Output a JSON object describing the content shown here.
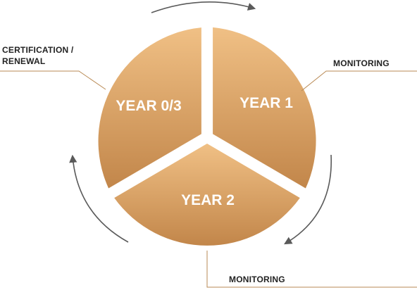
{
  "segments": [
    {
      "label": "YEAR 0/3"
    },
    {
      "label": "YEAR 1"
    },
    {
      "label": "YEAR 2"
    }
  ],
  "callouts": {
    "certification": [
      "CERTIFICATION /",
      "RENEWAL"
    ],
    "monitoring_year1": "MONITORING",
    "monitoring_year2": "MONITORING"
  },
  "colors": {
    "segment_top": "#f0c085",
    "segment_bottom": "#c2864a",
    "leader_line": "#b98a55",
    "arrow": "#5a5a5a",
    "label_text": "#ffffff"
  }
}
